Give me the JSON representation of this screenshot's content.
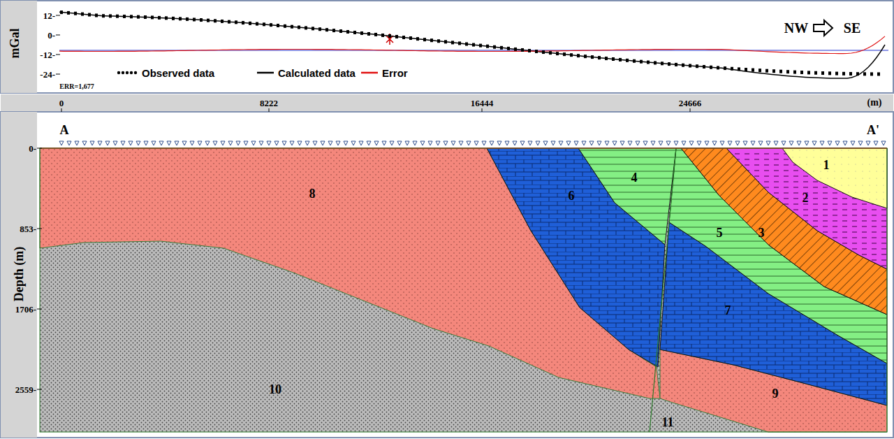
{
  "diagram": {
    "labels": [
      "mGal",
      "12-",
      "0-",
      "-12-",
      "-24-",
      "ERR=1,677",
      "NW",
      "SE",
      "0",
      "8222",
      "16444",
      "24666",
      "(m)",
      "A",
      "A'",
      "Depth (m)",
      "0-",
      "853-",
      "1706-",
      "2559-",
      "1",
      "2",
      "3",
      "4",
      "5",
      "6",
      "7",
      "8",
      "9",
      "10",
      "11"
    ],
    "legend": [
      {
        "text": "Observed data"
      },
      {
        "text": "Calculated data"
      },
      {
        "text": "Error"
      }
    ]
  }
}
